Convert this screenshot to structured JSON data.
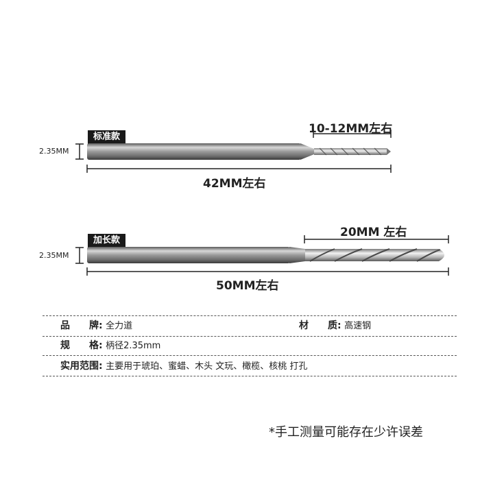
{
  "standard": {
    "tag": "标准款",
    "shank_diameter": "2.35MM",
    "flute_length": "10-12MM左右",
    "total_length": "42MM左右"
  },
  "extended": {
    "tag": "加长款",
    "shank_diameter": "2.35MM",
    "flute_length": "20MM 左右",
    "total_length": "50MM左右"
  },
  "specs": {
    "brand_label": "品　　牌:",
    "brand_value": "全力道",
    "material_label": "材　　质:",
    "material_value": "高速钢",
    "size_label": "规　　格:",
    "size_value": "柄径2.35mm",
    "usage_label": "实用范围:",
    "usage_value": "主要用于琥珀、蜜蜡、木头 文玩、橄榄、核桃 打孔"
  },
  "note": "*手工测量可能存在少许误差"
}
